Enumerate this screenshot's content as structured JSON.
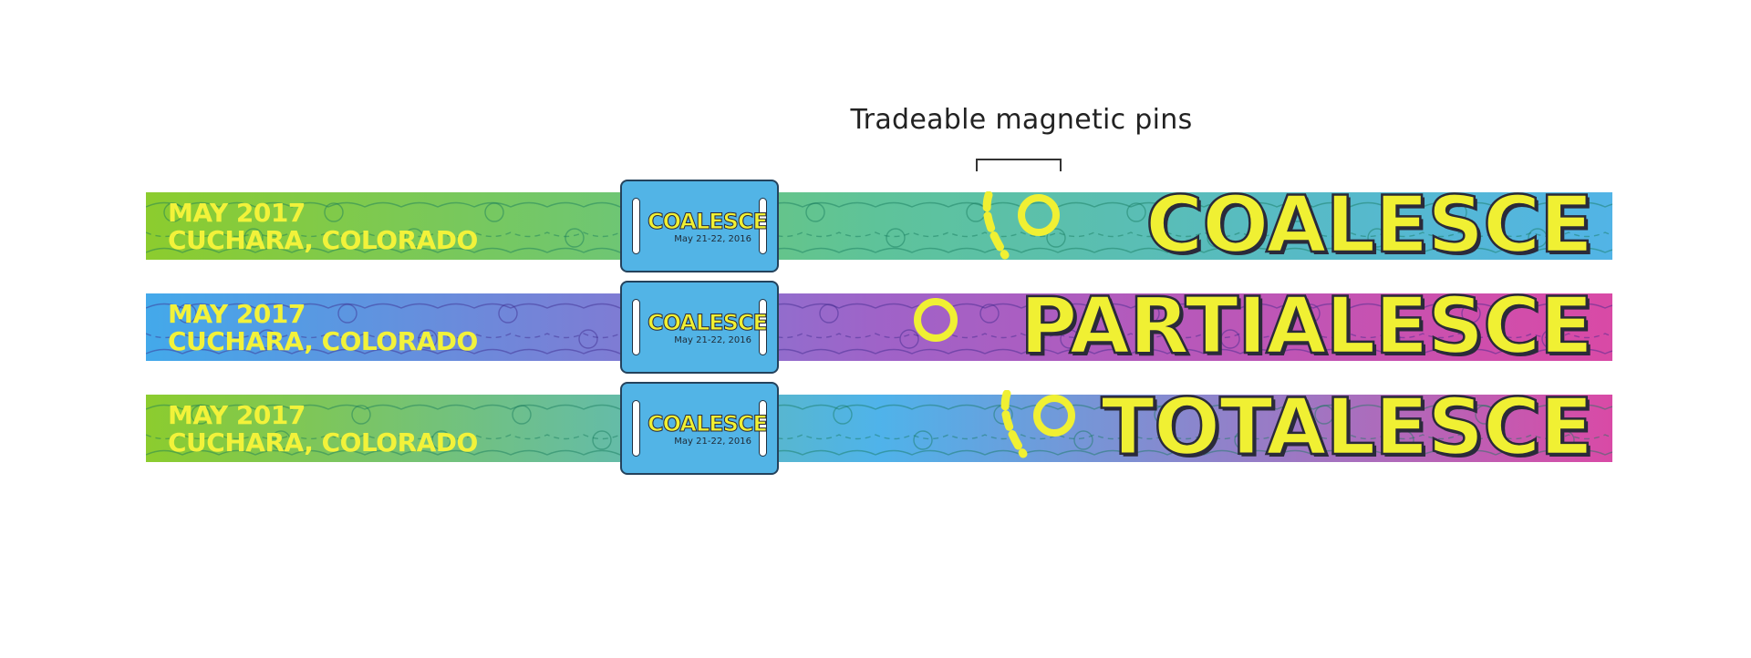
{
  "annotation": {
    "label": "Tradeable magnetic pins"
  },
  "bands": [
    {
      "line1": "MAY 2017",
      "line2": "CUCHARA, COLORADO",
      "word": "COALESCE",
      "buckle_logo": "COALESCE",
      "buckle_date": "May 21-22, 2016",
      "gradient": [
        "#8ccc2e",
        "#5ec39a",
        "#52b4e6"
      ],
      "pins": "dash-ring"
    },
    {
      "line1": "MAY 2017",
      "line2": "CUCHARA, COLORADO",
      "word": "PARTIALESCE",
      "buckle_logo": "COALESCE",
      "buckle_date": "May 21-22, 2016",
      "gradient": [
        "#43a9ea",
        "#9f63c8",
        "#d94aa6"
      ],
      "pins": "ring"
    },
    {
      "line1": "MAY 2017",
      "line2": "CUCHARA, COLORADO",
      "word": "TOTALESCE",
      "buckle_logo": "COALESCE",
      "buckle_date": "May 21-22, 2016",
      "gradient": [
        "#8ccc2e",
        "#4fb3ea",
        "#d94aa6"
      ],
      "pins": "dash-ring"
    }
  ],
  "colors": {
    "text_yellow": "#f0f033",
    "outline": "#2a2a3a",
    "buckle": "#52b4e6"
  }
}
